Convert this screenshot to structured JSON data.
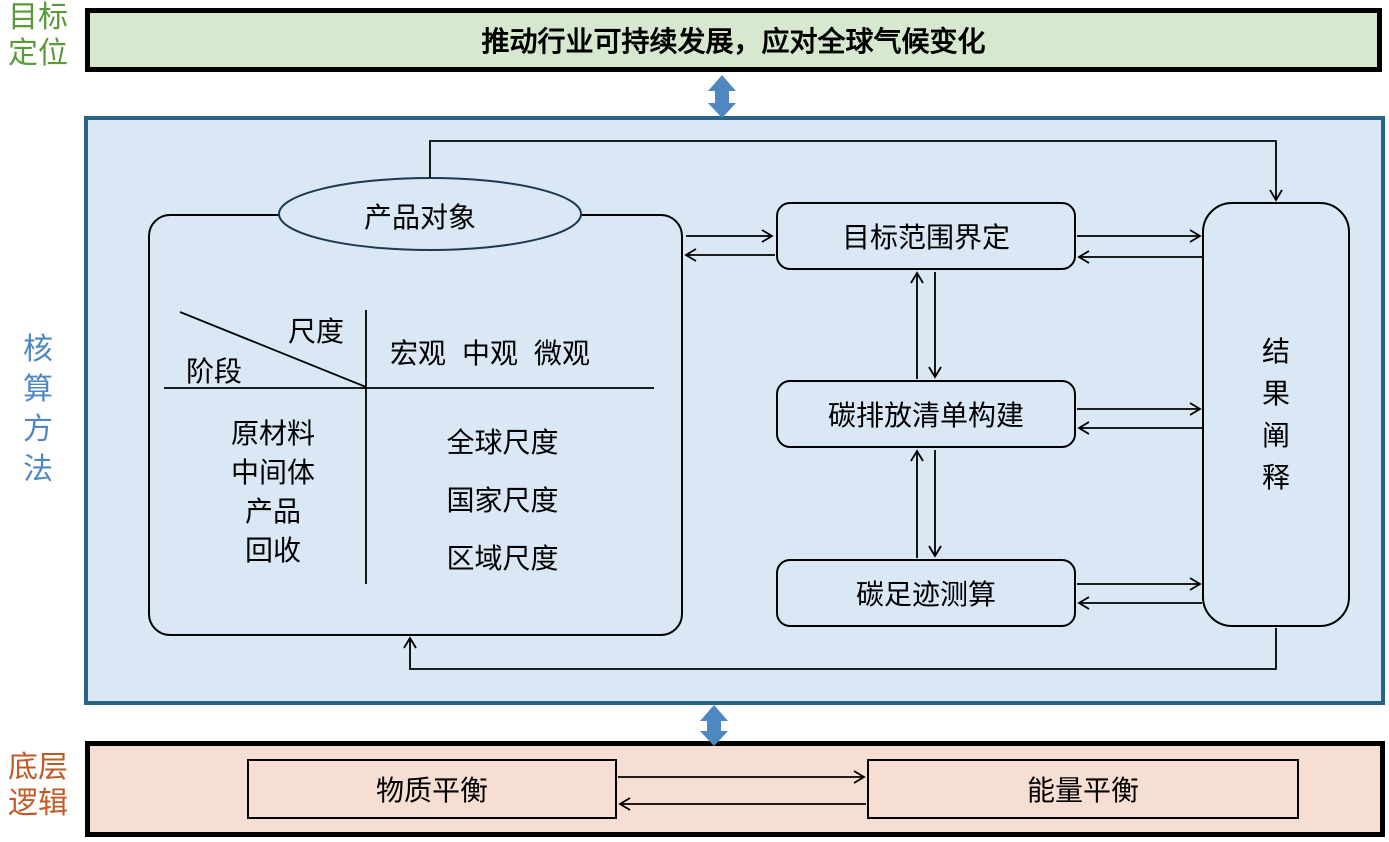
{
  "side_labels": {
    "goal": [
      "目标",
      "定位"
    ],
    "method": [
      "核",
      "算",
      "方",
      "法"
    ],
    "base": [
      "底层",
      "逻辑"
    ]
  },
  "goal": {
    "text": "推动行业可持续发展，应对全球气候变化"
  },
  "product": {
    "title": "产品对象",
    "table": {
      "corner_top": "尺度",
      "corner_bottom": "阶段",
      "header_scales": [
        "宏观",
        "中观",
        "微观"
      ],
      "stages": [
        "原材料",
        "中间体",
        "产品",
        "回收"
      ],
      "scopes": [
        "全球尺度",
        "国家尺度",
        "区域尺度"
      ]
    }
  },
  "steps": [
    {
      "label": "目标范围界定"
    },
    {
      "label": "碳排放清单构建"
    },
    {
      "label": "碳足迹测算"
    }
  ],
  "result": {
    "chars": [
      "结",
      "果",
      "阐",
      "释"
    ]
  },
  "base": {
    "left": "物质平衡",
    "right": "能量平衡"
  },
  "colors": {
    "goal_fill": "#d6e8cd",
    "method_fill": "#dae7f4",
    "method_border": "#2a6483",
    "base_fill": "#f7ded3",
    "connector_arrow": "#4f88c0",
    "goal_label": "#5a9a3a",
    "method_label": "#4f88c0",
    "base_label": "#c05a26"
  }
}
